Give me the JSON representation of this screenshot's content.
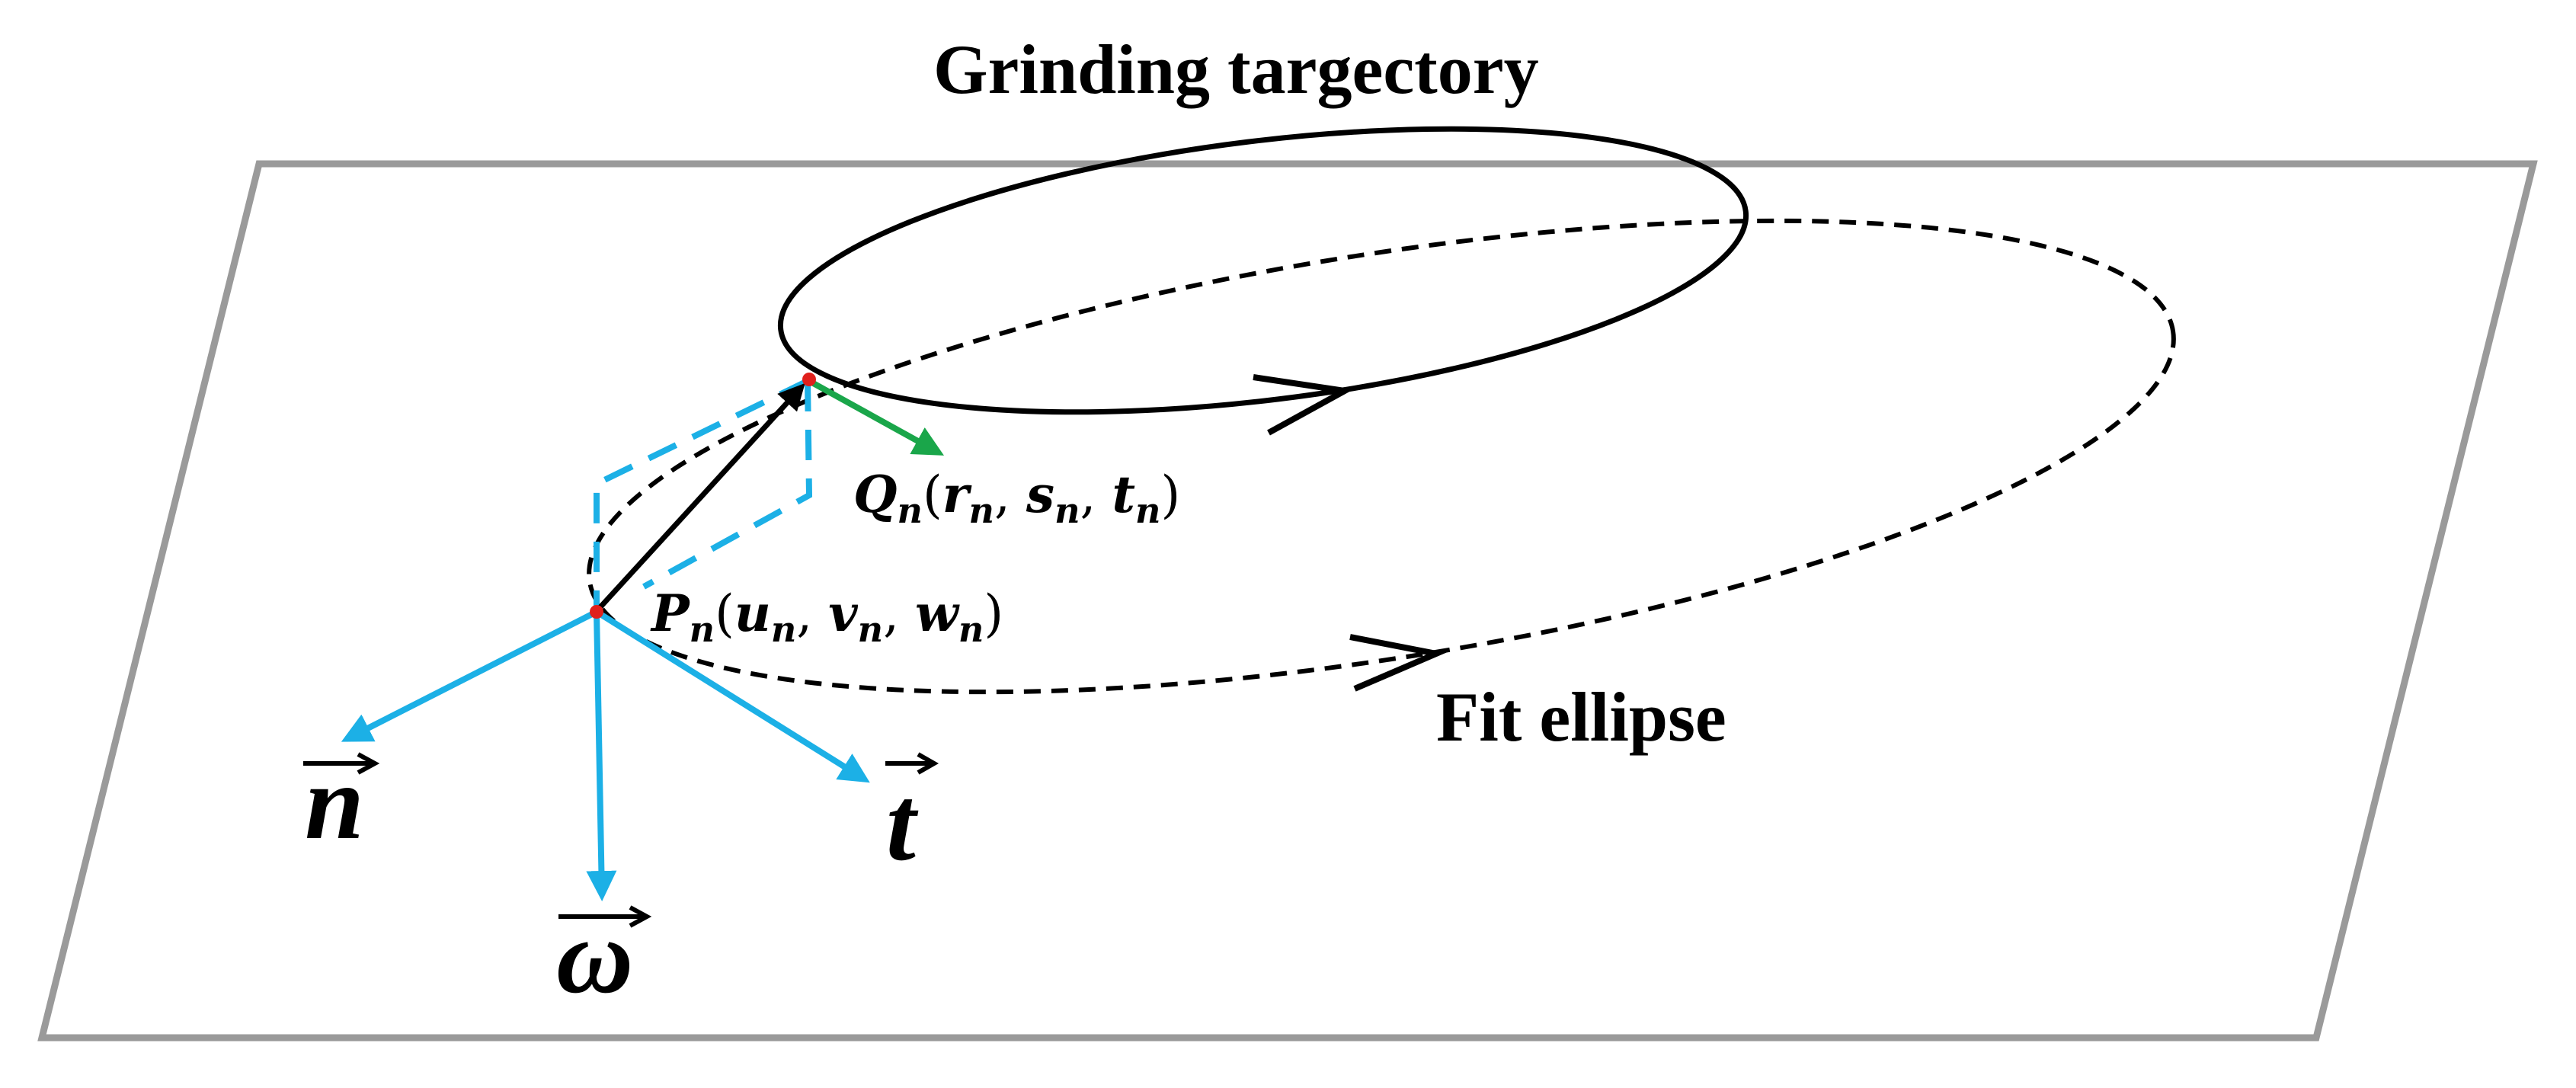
{
  "labels": {
    "grinding_trajectory": "Grinding targectory",
    "fit_ellipse": "Fit ellipse"
  },
  "points": {
    "q": {
      "letter": "Q",
      "sub": "n",
      "coords": [
        {
          "letter": "r",
          "sub": "n"
        },
        {
          "letter": "s",
          "sub": "n"
        },
        {
          "letter": "t",
          "sub": "n"
        }
      ]
    },
    "p": {
      "letter": "P",
      "sub": "n",
      "coords": [
        {
          "letter": "u",
          "sub": "n"
        },
        {
          "letter": "v",
          "sub": "n"
        },
        {
          "letter": "w",
          "sub": "n"
        }
      ]
    }
  },
  "vectors": {
    "n": "n",
    "t": "t",
    "omega": "ω"
  },
  "colors": {
    "plane": "#9a9a9a",
    "axes": "#1cb0e6",
    "tangent": "#1aa64a",
    "point": "#e0201c",
    "ink": "#000000"
  }
}
